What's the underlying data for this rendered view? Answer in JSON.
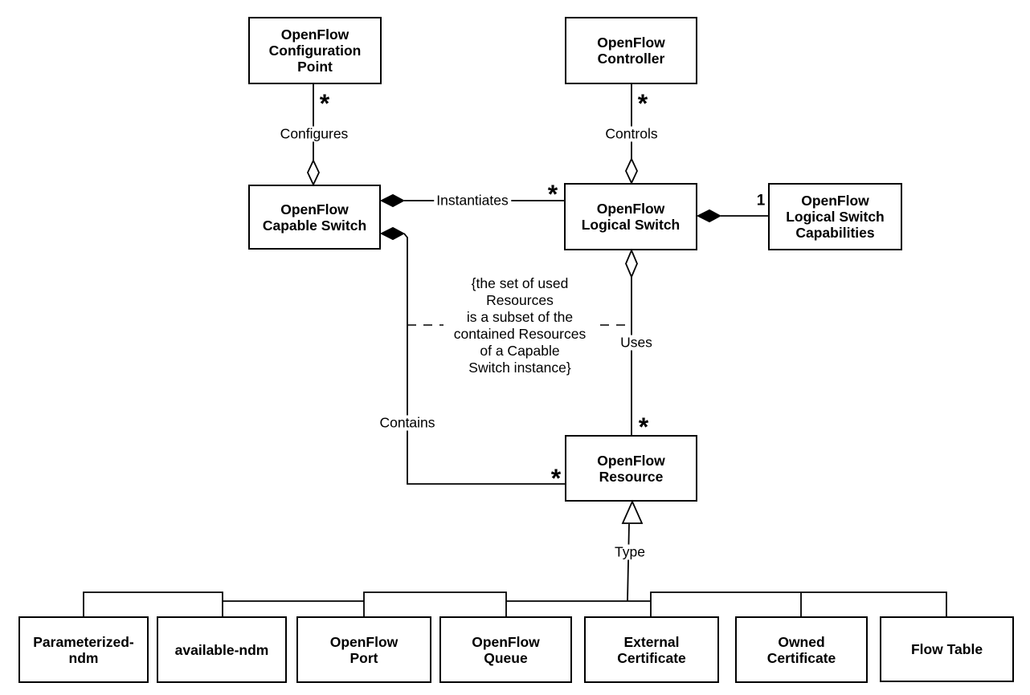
{
  "diagram": {
    "nodes": {
      "config_point": "OpenFlow\nConfiguration\nPoint",
      "controller": "OpenFlow\nController",
      "capable_switch": "OpenFlow\nCapable Switch",
      "logical_switch": "OpenFlow\nLogical Switch",
      "logical_switch_capabilities": "OpenFlow\nLogical Switch\nCapabilities",
      "resource": "OpenFlow\nResource",
      "parameterized_ndm": "Parameterized-\nndm",
      "available_ndm": "available-ndm",
      "openflow_port": "OpenFlow\nPort",
      "openflow_queue": "OpenFlow\nQueue",
      "external_certificate": "External\nCertificate",
      "owned_certificate": "Owned\nCertificate",
      "flow_table": "Flow Table"
    },
    "edge_labels": {
      "configures": "Configures",
      "controls": "Controls",
      "instantiates": "Instantiates",
      "uses": "Uses",
      "contains": "Contains",
      "type": "Type"
    },
    "multiplicities": {
      "configures_star": "*",
      "controls_star": "*",
      "instantiates_star": "*",
      "capabilities_one": "1",
      "uses_star": "*",
      "contains_star": "*"
    },
    "constraint_note": "{the set of used\nResources\nis a subset of the\ncontained Resources\nof a Capable\nSwitch instance}",
    "colors": {
      "line": "#000000",
      "fill": "#ffffff"
    }
  }
}
